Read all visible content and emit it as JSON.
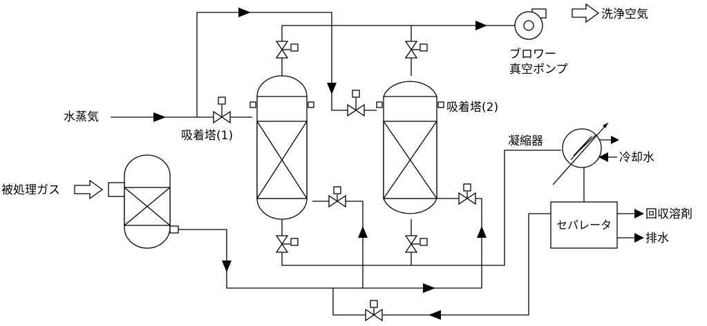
{
  "labels": {
    "clean_air": "洗浄空気",
    "blower_line1": "ブロワー",
    "blower_line2": "真空ポンプ",
    "steam": "水蒸気",
    "tower1": "吸着塔(1)",
    "tower2": "吸着塔(2)",
    "condenser": "凝縮器",
    "cooling_water": "冷却水",
    "process_gas": "被処理ガス",
    "separator": "セパレータ",
    "recovered_solvent": "回収溶剤",
    "drain": "排水"
  },
  "icons": {
    "blower": "blower-icon",
    "valve": "gate-valve-icon",
    "condenser": "heat-exchanger-icon",
    "hollow_arrow": "hollow-arrow-icon",
    "flow_arrow": "flow-arrow-icon"
  }
}
